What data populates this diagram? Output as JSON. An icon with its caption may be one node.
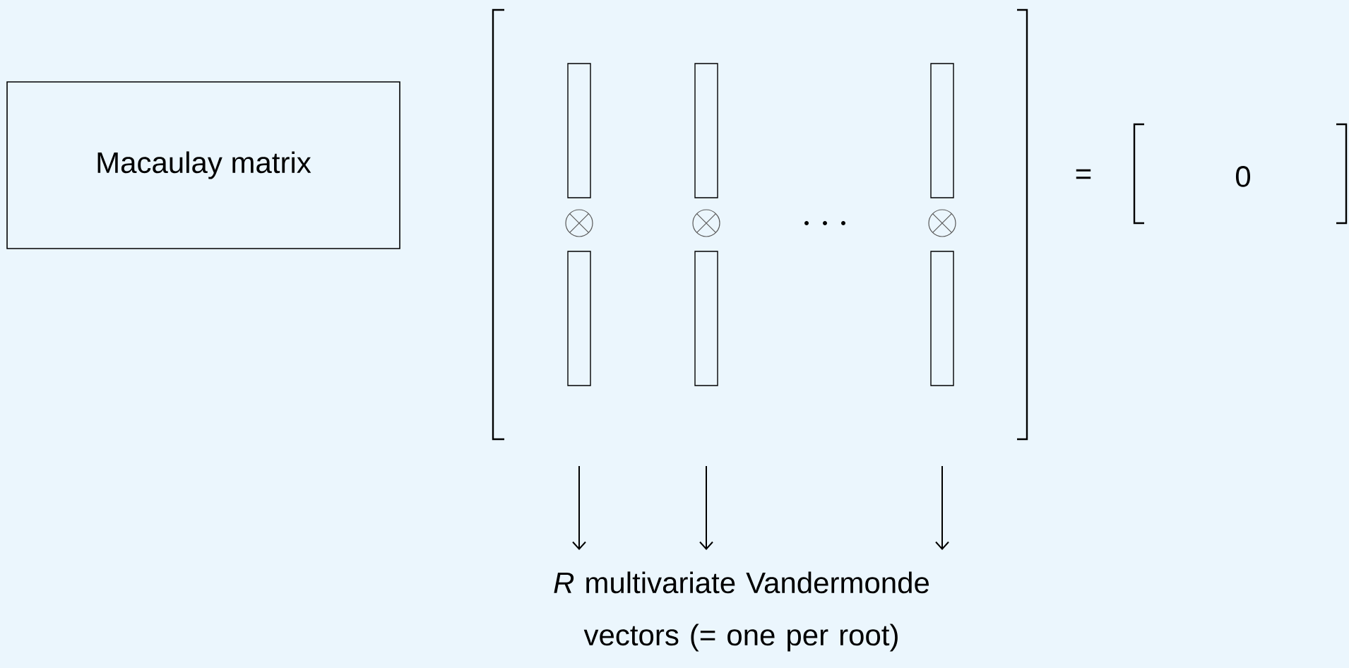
{
  "diagram": {
    "nodes": [
      {
        "text": [
          "Macaulay matrix"
        ]
      },
      {
        "text": [
          "*R* multivariate Vandermonde vectors (= one per root)"
        ]
      }
    ],
    "edges": [
      {
        "from": null,
        "to": 1,
        "arrow": "to"
      },
      {
        "from": null,
        "to": 1,
        "arrow": "to"
      },
      {
        "from": null,
        "to": 1,
        "arrow": "to"
      }
    ],
    "labels": [
      "=",
      "0"
    ]
  }
}
